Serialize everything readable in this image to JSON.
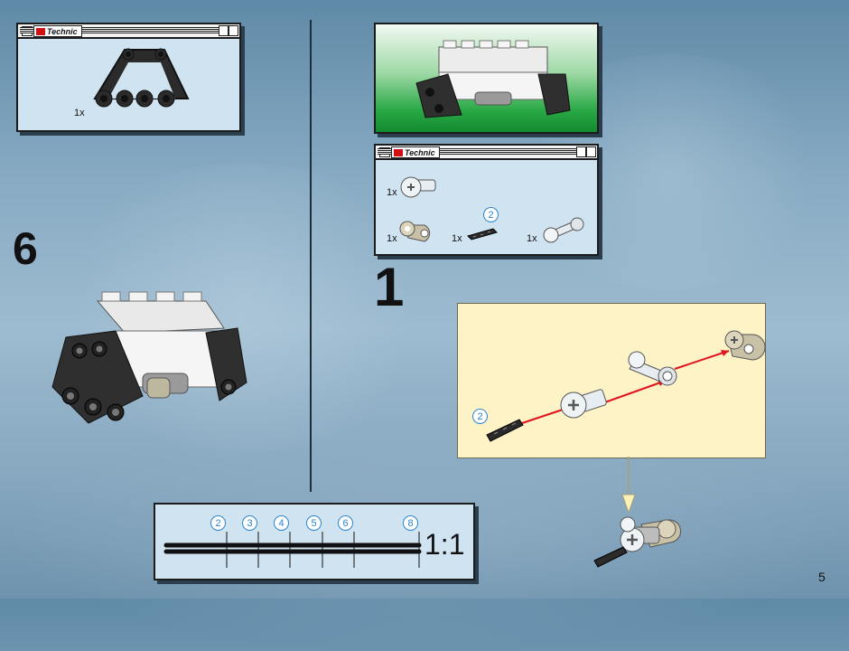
{
  "brand_label": "Technic",
  "page_number": "5",
  "left": {
    "parts_panel": {
      "qty": "1x"
    },
    "step_number": "6"
  },
  "right": {
    "parts_panel": {
      "items": [
        {
          "qty": "1x",
          "part": "axle-connector"
        },
        {
          "qty": "1x",
          "part": "beige-liftarm"
        },
        {
          "qty": "1x",
          "part": "black-axle",
          "size": "2"
        },
        {
          "qty": "1x",
          "part": "grey-bush-lever"
        }
      ]
    },
    "step_number": "1",
    "assembly_axle_size": "2"
  },
  "ruler": {
    "marks": [
      "2",
      "3",
      "4",
      "5",
      "6",
      "8"
    ],
    "scale_label": "1:1"
  },
  "colors": {
    "accent_blue": "#2a84d0",
    "arrow_red": "#e0141e",
    "panel_blue": "#cfe3f1",
    "callout_yellow": "#fdf3c6"
  }
}
